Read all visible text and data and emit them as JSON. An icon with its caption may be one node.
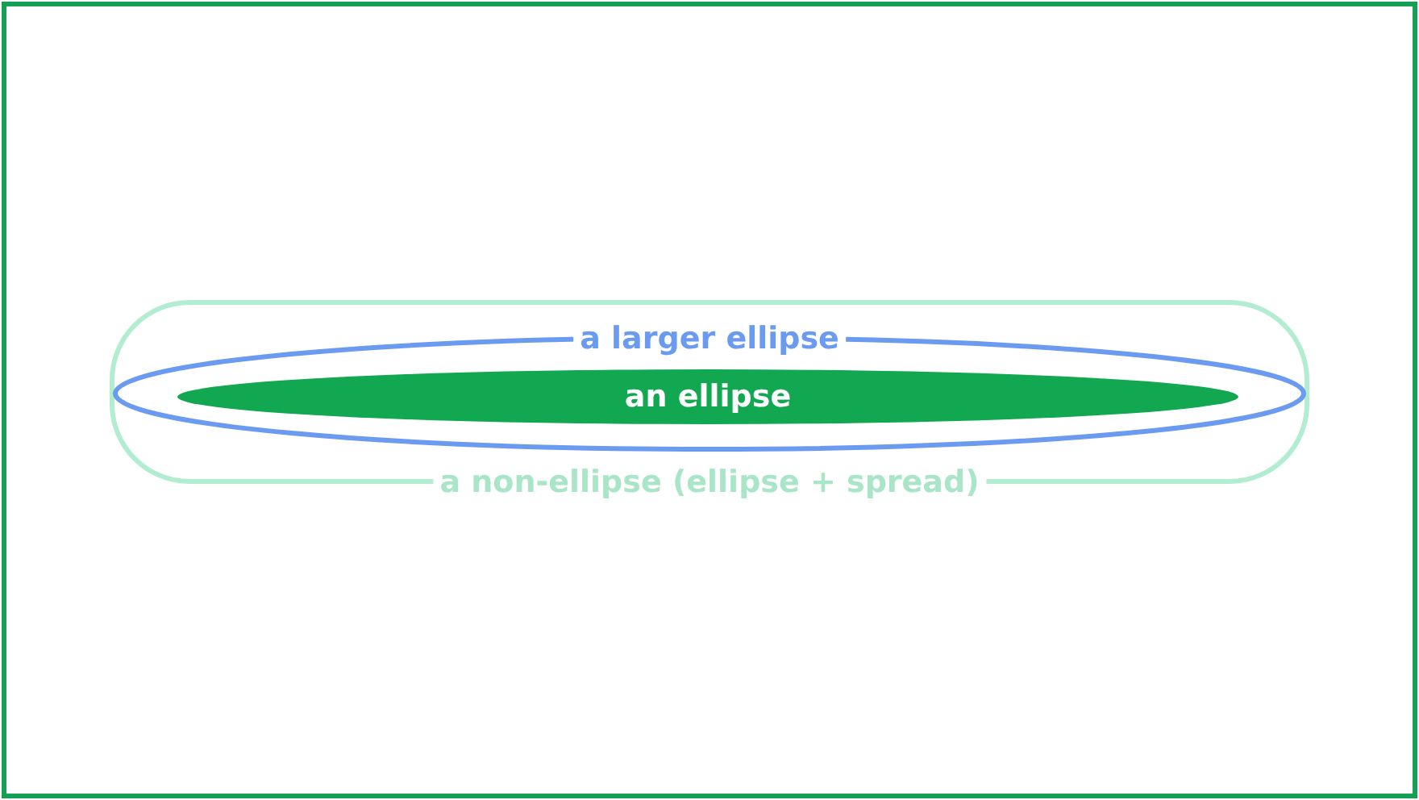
{
  "diagram": {
    "nodes": [
      {
        "text": [
          "a non-ellipse (ellipse + spread)"
        ]
      },
      {
        "text": [
          "a larger ellipse"
        ],
        "in": 0
      },
      {
        "text": [
          "an ellipse"
        ],
        "in": 1
      }
    ],
    "edges": []
  }
}
